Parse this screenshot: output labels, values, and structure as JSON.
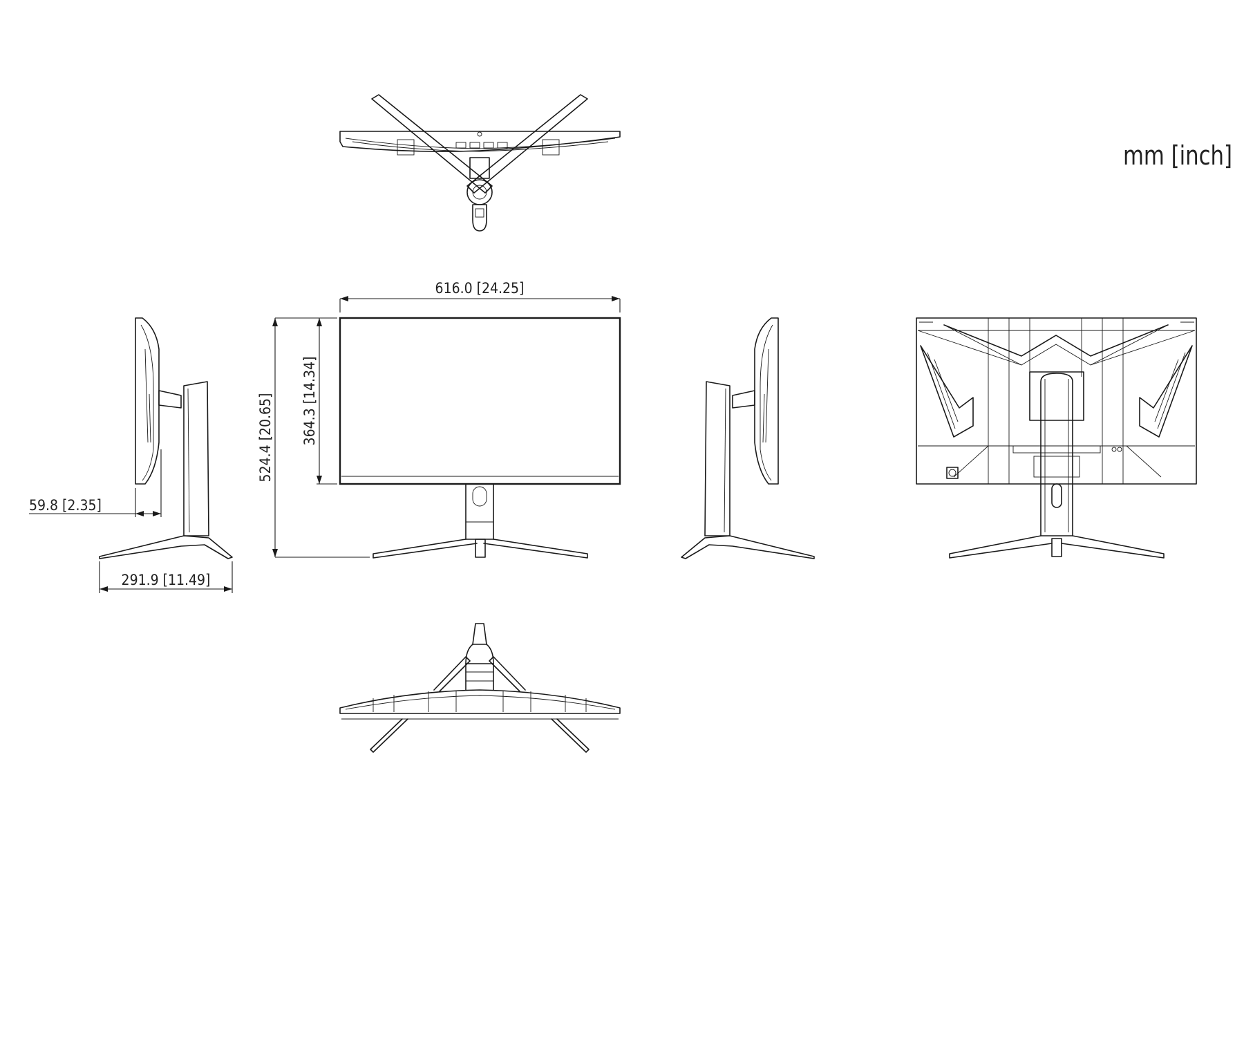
{
  "units_label": "mm [inch]",
  "views": {
    "top": "top-view",
    "front": "front-view",
    "left": "left-side-view",
    "right": "right-side-view",
    "rear": "rear-view",
    "bottom": "bottom-view"
  },
  "dimensions": {
    "width": "616.0 [24.25]",
    "total_height": "524.4 [20.65]",
    "panel_height": "364.3 [14.34]",
    "depth_panel": "59.8 [2.35]",
    "depth_base": "291.9 [11.49]"
  }
}
